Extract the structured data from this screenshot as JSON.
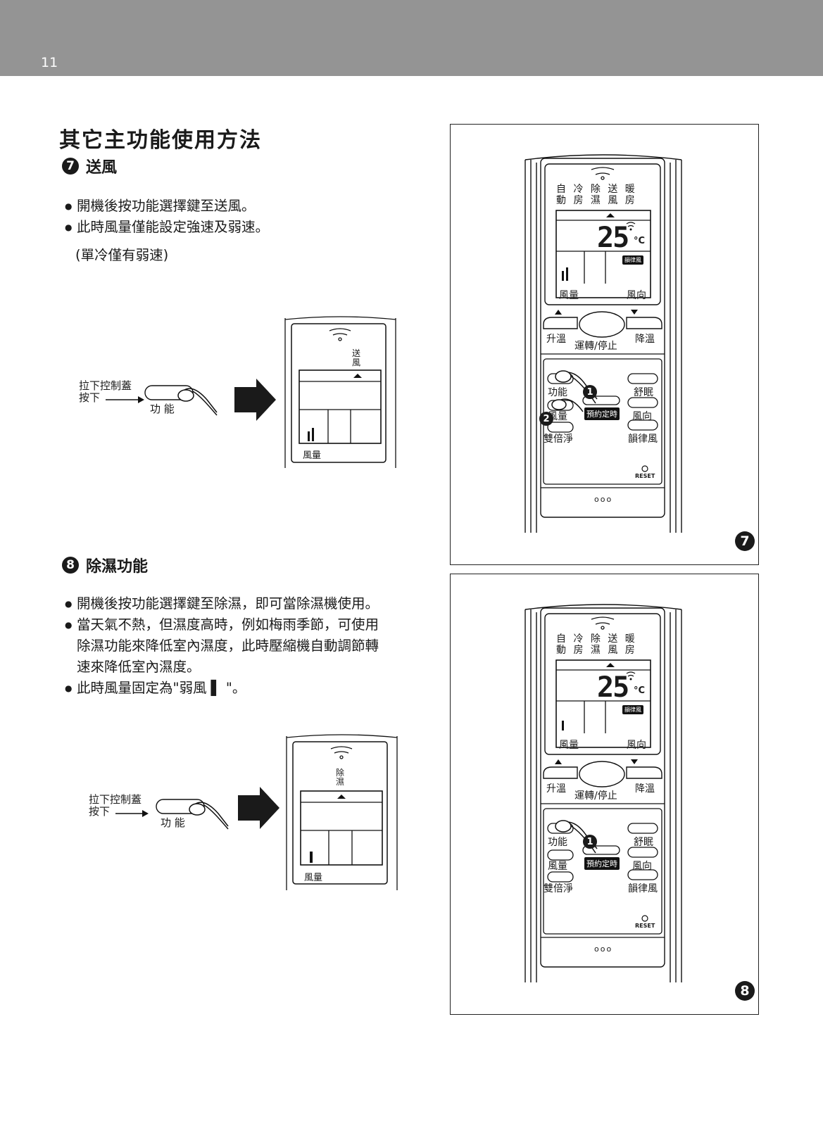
{
  "header": {
    "page_number": "11"
  },
  "title": "其它主功能使用方法",
  "sections": [
    {
      "number": "7",
      "heading": "送風",
      "bullets": [
        "開機後按功能選擇鍵至送風。",
        "此時風量僅能設定強速及弱速。"
      ],
      "note": "(單冷僅有弱速)",
      "diagram": {
        "instruction": "拉下控制蓋\n按下",
        "button_label": "功 能",
        "lcd_mode_label": "送\n風",
        "lcd_fan_label": "風量",
        "fan_bars": 2
      }
    },
    {
      "number": "8",
      "heading": "除濕功能",
      "bullets": [
        "開機後按功能選擇鍵至除濕，即可當除濕機使用。",
        "當天氣不熱，但濕度高時，例如梅雨季節，可使用\n除濕功能來降低室內濕度，此時壓縮機自動調節轉\n速來降低室內濕度。",
        "此時風量固定為\"弱風 ▌ \"。"
      ],
      "diagram": {
        "instruction": "拉下控制蓋\n按下",
        "button_label": "功 能",
        "lcd_mode_label": "除\n濕",
        "lcd_fan_label": "風量",
        "fan_bars": 1
      }
    }
  ],
  "remote_figures": [
    {
      "badge": "7",
      "fan_bars": 2,
      "steps": [
        "1",
        "2"
      ]
    },
    {
      "badge": "8",
      "fan_bars": 1,
      "steps": [
        "1"
      ]
    }
  ],
  "remote": {
    "modes_top": [
      "自",
      "冷",
      "除",
      "送",
      "暖"
    ],
    "modes_bottom": [
      "動",
      "房",
      "濕",
      "風",
      "房"
    ],
    "temperature": "25",
    "unit": "°C",
    "swing_tag": "韻律風",
    "fan_label": "風量",
    "vane_label": "風向",
    "btn_up": "升溫",
    "btn_power": "運轉/停止",
    "btn_down": "降溫",
    "btn_func": "功能",
    "btn_sleep": "舒眠",
    "btn_fan": "風量",
    "btn_timer": "預約定時",
    "btn_vane": "風向",
    "btn_clean": "雙倍淨",
    "btn_swing": "韻律風",
    "btn_reset": "RESET",
    "dots": "ooo"
  }
}
